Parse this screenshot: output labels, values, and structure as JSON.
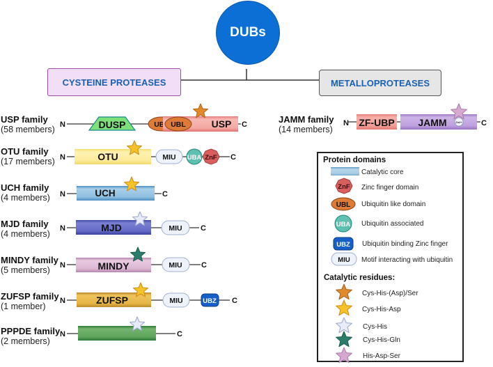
{
  "root": {
    "label": "DUBs",
    "color": "#0b6fd6"
  },
  "classes": [
    {
      "label": "CYSTEINE PROTEASES",
      "bg": "#f3def7",
      "border": "#a04fa8",
      "text_color": "#1a5fb0"
    },
    {
      "label": "METALLOPROTEASES",
      "bg": "#e6e6e6",
      "border": "#555555",
      "text_color": "#1a5fb0"
    }
  ],
  "terminals": {
    "n": "N",
    "c": "C"
  },
  "families": [
    {
      "name": "USP family",
      "count": "(58 members)",
      "domains": [
        "DUSP",
        "UBL",
        "UBL",
        "USP"
      ],
      "catalytic": "Cys-His-(Asp)/Ser"
    },
    {
      "name": "OTU family",
      "count": "(17 members)",
      "domains": [
        "OTU",
        "MIU",
        "UBA",
        "ZnF"
      ],
      "catalytic": "Cys-His-Asp"
    },
    {
      "name": "UCH family",
      "count": "(4 members)",
      "domains": [
        "UCH"
      ],
      "catalytic": "Cys-His-Asp"
    },
    {
      "name": "MJD family",
      "count": "(4 members)",
      "domains": [
        "MJD",
        "MIU"
      ],
      "catalytic": "Cys-His"
    },
    {
      "name": "MINDY family",
      "count": "(5 members)",
      "domains": [
        "MINDY",
        "MIU"
      ],
      "catalytic": "Cys-His-Gln"
    },
    {
      "name": "ZUFSP family",
      "count": "(1 member)",
      "domains": [
        "ZUFSP",
        "MIU",
        "UBZ"
      ],
      "catalytic": "Cys-His-Asp"
    },
    {
      "name": "PPPDE family",
      "count": "(2 members)",
      "domains": [
        ""
      ],
      "catalytic": "Cys-His"
    },
    {
      "name": "JAMM family",
      "count": "(14 members)",
      "domains": [
        "ZF-UBP",
        "JAMM",
        "Zn2+"
      ],
      "catalytic": "His-Asp-Ser"
    }
  ],
  "legend": {
    "title": "Protein domains",
    "domains": [
      {
        "badge": "",
        "label": "Catalytic core"
      },
      {
        "badge": "ZnF",
        "label": "Zinc finger domain"
      },
      {
        "badge": "UBL",
        "label": "Ubiquitin like domain"
      },
      {
        "badge": "UBA",
        "label": "Ubiquitin associated"
      },
      {
        "badge": "UBZ",
        "label": "Ubiquitin binding Zinc finger"
      },
      {
        "badge": "MIU",
        "label": "Motif interacting with ubiquitin"
      }
    ],
    "residues_title": "Catalytic residues:",
    "residues": [
      {
        "label": "Cys-His-(Asp)/Ser",
        "color": "#e08a2c"
      },
      {
        "label": "Cys-His-Asp",
        "color": "#f5c327"
      },
      {
        "label": "Cys-His",
        "color": "#e8ecf8"
      },
      {
        "label": "Cys-His-Gln",
        "color": "#2a7d6a"
      },
      {
        "label": "His-Asp-Ser",
        "color": "#d6a8d2"
      }
    ]
  }
}
